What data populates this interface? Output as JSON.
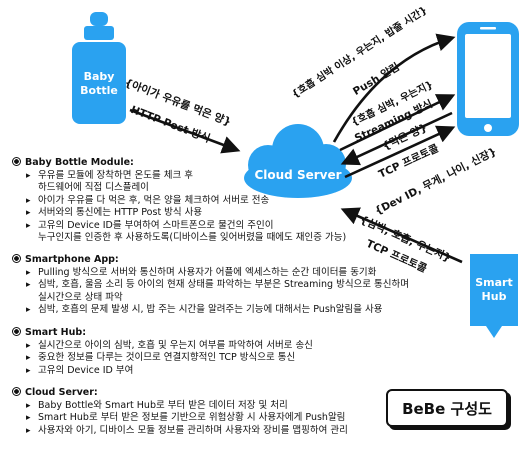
{
  "nodes": {
    "baby_bottle": "Baby\nBottle",
    "cloud_server": "Cloud Server",
    "smart_hub": "Smart\nHub"
  },
  "edge_labels": {
    "bottle_line1": "{아이가 우유를 먹은 양}",
    "bottle_line2": "HTTP Post 방식",
    "push_line1": "{호흡 심박 이상, 우는지, 밥줄 시간}",
    "push_line2": "Push 알림",
    "stream_line1": "{호흡 심박, 우는지}",
    "stream_line2": "Streaming 방식",
    "tcp_line1": "{먹은 양}",
    "tcp_line2": "TCP 프로토콜",
    "dev_line1": "{Dev ID, 무게, 나이, 신장}",
    "hub_line1": "{심박, 호흡, 우는지}",
    "hub_line2": "TCP 프로토콜"
  },
  "sections": [
    {
      "title": "Baby Bottle Module:",
      "items": [
        [
          "우유를 모듈에 장착하면 온도를 체크 후",
          "하드웨어에 직접 디스플레이"
        ],
        [
          "아이가 우유를 다 먹은 후, 먹은 양을 체크하여 서버로 전송"
        ],
        [
          "서버와의 통신에는 HTTP Post 방식 사용"
        ],
        [
          "고유의 Device ID를 부여하여 스마트폰으로 물건의 주인이",
          "누구인지를 인증한 후 사용하도록(디바이스를 잊어버렸을 때에도 재인증 가능)"
        ]
      ]
    },
    {
      "title": "Smartphone App:",
      "items": [
        [
          "Pulling 방식으로 서버와 통신하며 사용자가 어플에 엑세스하는 순간 데이터를 동기화"
        ],
        [
          "심박, 호흡, 울음 소리 등 아이의 현재 상태를 파악하는 부분은 Streaming 방식으로 통신하며",
          "실시간으로 상태 파악"
        ],
        [
          "심박, 호흡의 문제 발생 시, 밥 주는 시간을 알려주는 기능에 대해서는 Push알림을 사용"
        ]
      ]
    },
    {
      "title": "Smart Hub:",
      "items": [
        [
          "실시간으로 아이의 심박, 호흡 및 우는지 여부를 파악하여 서버로 송신"
        ],
        [
          "중요한 정보를 다루는 것이므로 연결지향적인 TCP 방식으로 통신"
        ],
        [
          "고유의 Device ID 부여"
        ]
      ]
    },
    {
      "title": "Cloud Server:",
      "items": [
        [
          "Baby Bottle와 Smart Hub로 부터 받은 데이터 저장 및 처리"
        ],
        [
          "Smart Hub로 부터 받은 정보를 기반으로 위험상황 시 사용자에게 Push알림"
        ],
        [
          "사용자와 아기, 디바이스 모듈 정보를 관리하며 사용자와 장비를 맵핑하여 관리"
        ]
      ]
    }
  ],
  "title": "BeBe 구성도",
  "colors": {
    "node_blue": "#2aa2f0",
    "node_blue_dark": "#1787d6",
    "ink": "#111111"
  }
}
